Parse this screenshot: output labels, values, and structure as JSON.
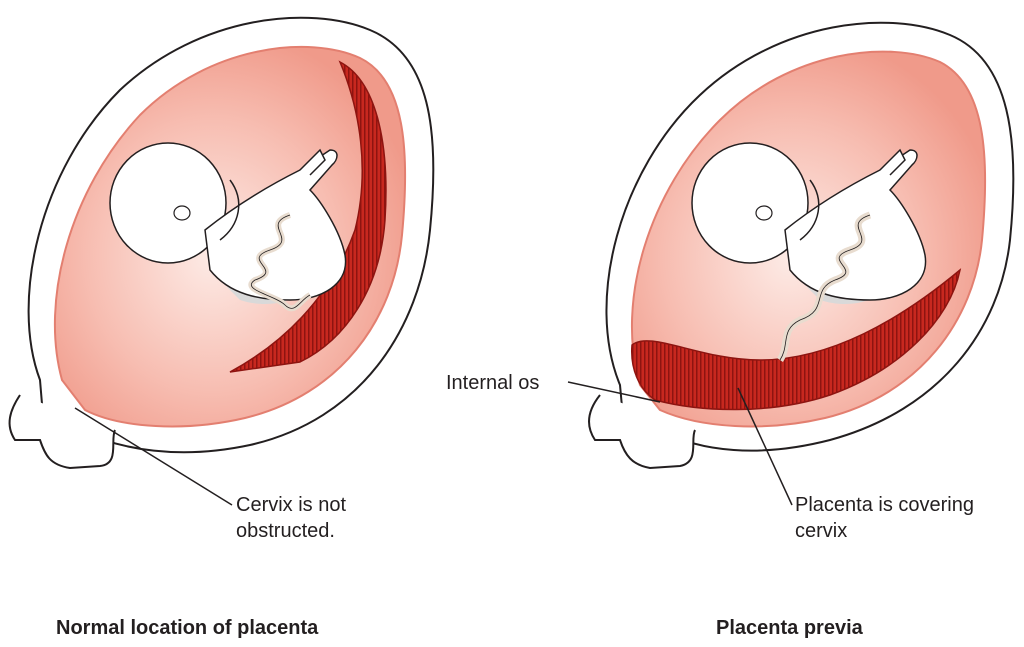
{
  "labels": {
    "cervix_not_obstructed": "Cervix is not obstructed.",
    "internal_os": "Internal os",
    "placenta_covering": "Placenta is covering cervix"
  },
  "titles": {
    "left": "Normal location of placenta",
    "right": "Placenta previa"
  },
  "colors": {
    "outline": "#231f20",
    "uterus_wall": "#f6c9bf",
    "amniotic": "#f3a99b",
    "amniotic_light": "#fbe2db",
    "placenta": "#c8281f",
    "placenta_dark": "#8e1410",
    "fetus": "#ffffff",
    "fetus_shadow": "#d9d9d9"
  }
}
